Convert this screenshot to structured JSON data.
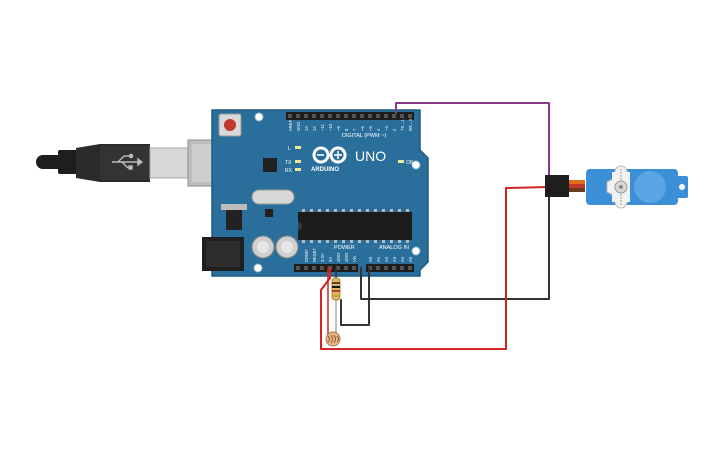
{
  "board": {
    "name": "UNO",
    "logo_text": "ARDUINO",
    "digital_header": "DIGITAL (PWM ~)",
    "power_header": "POWER",
    "analog_header": "ANALOG IN",
    "on_label": "ON",
    "l_label": "L",
    "tx_label": "TX",
    "rx_label": "RX",
    "digital_pins": [
      "AREF",
      "GND",
      "13",
      "12",
      "~11",
      "~10",
      "~9",
      "8",
      "7",
      "~6",
      "~5",
      "4",
      "~3",
      "2",
      "TX→1",
      "RX←0"
    ],
    "power_pins": [
      "IOREF",
      "RESET",
      "3.3V",
      "5V",
      "GND",
      "GND",
      "Vin"
    ],
    "analog_pins": [
      "A0",
      "A1",
      "A2",
      "A3",
      "A4",
      "A5"
    ]
  },
  "colors": {
    "board": "#2a6f9b",
    "board_edge": "#1f5a80",
    "wire_signal": "#8b3a8b",
    "wire_power": "#d42323",
    "wire_ground": "#333333",
    "servo_body": "#3b8fd6",
    "usb_cable": "#2b2b2b"
  },
  "components": {
    "usb_cable": "usb-cable",
    "servo": "micro-servo",
    "photoresistor": "photoresistor",
    "resistor": "resistor"
  }
}
